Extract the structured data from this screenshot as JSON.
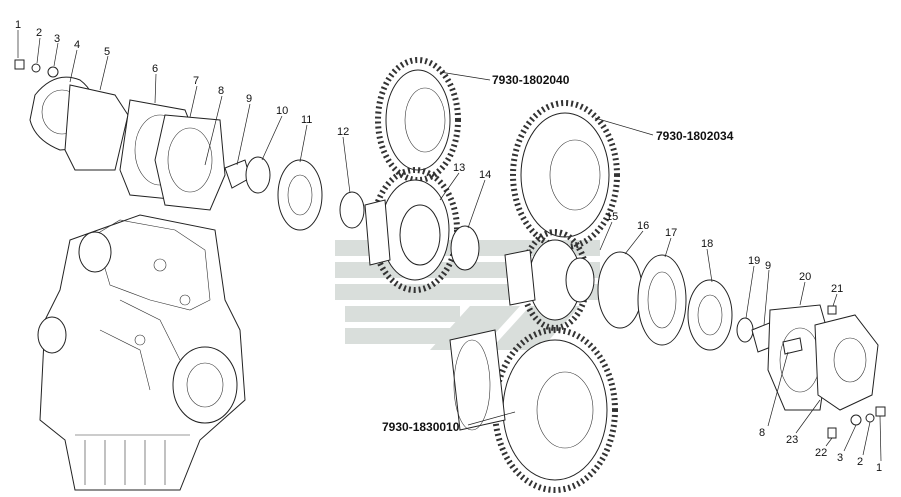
{
  "callouts": {
    "c1a": "1",
    "c2a": "2",
    "c3a": "3",
    "c4": "4",
    "c5": "5",
    "c6": "6",
    "c7": "7",
    "c8a": "8",
    "c9a": "9",
    "c10": "10",
    "c11": "11",
    "c12": "12",
    "c13": "13",
    "c14": "14",
    "c15": "15",
    "c16": "16",
    "c17": "17",
    "c18": "18",
    "c19": "19",
    "c9b": "9",
    "c20": "20",
    "c21": "21",
    "c8b": "8",
    "c23": "23",
    "c22": "22",
    "c3b": "3",
    "c2b": "2",
    "c1b": "1"
  },
  "part_numbers": {
    "gear_upper": "7930-1802040",
    "gear_right": "7930-1802034",
    "gear_lower": "7930-1830010"
  },
  "colors": {
    "line": "#222222",
    "watermark": "#d9dedb"
  },
  "icons": {
    "watermark": "stylized-logo-watermark"
  }
}
